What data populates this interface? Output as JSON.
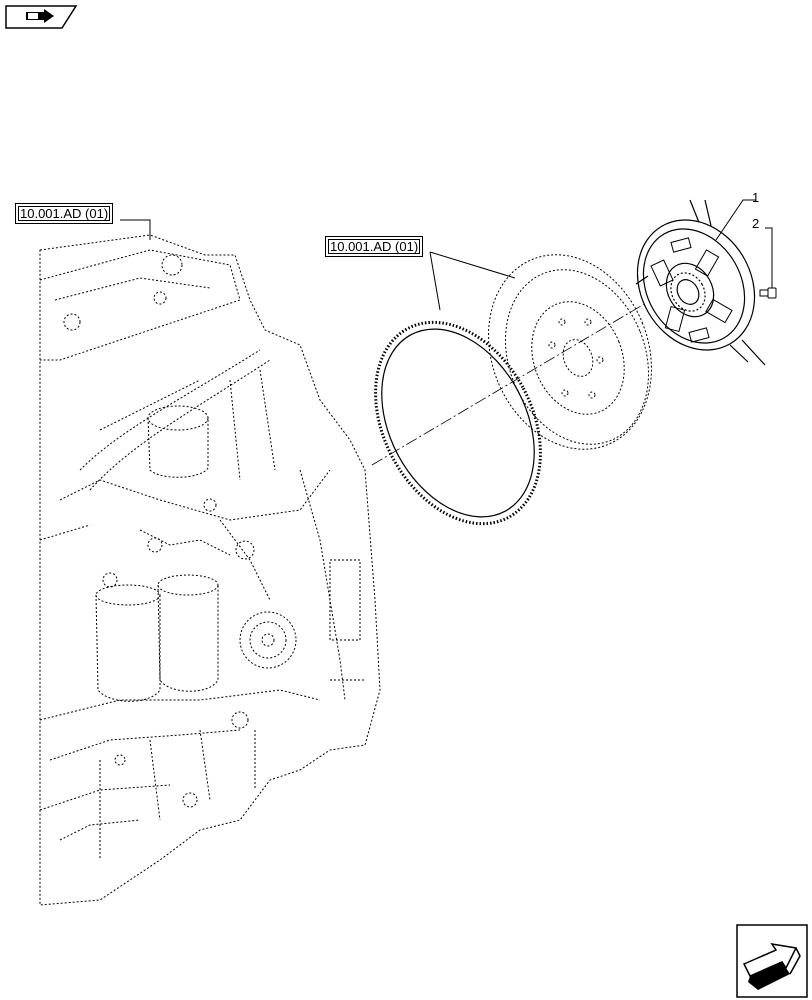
{
  "references": {
    "engine_ref": "10.001.AD (01)",
    "flywheel_ref": "10.001.AD (01)"
  },
  "callouts": {
    "item_1": "1",
    "item_2": "2"
  },
  "icons": {
    "top_left": "book-arrow-icon",
    "bottom_right": "next-page-arrow-icon"
  }
}
